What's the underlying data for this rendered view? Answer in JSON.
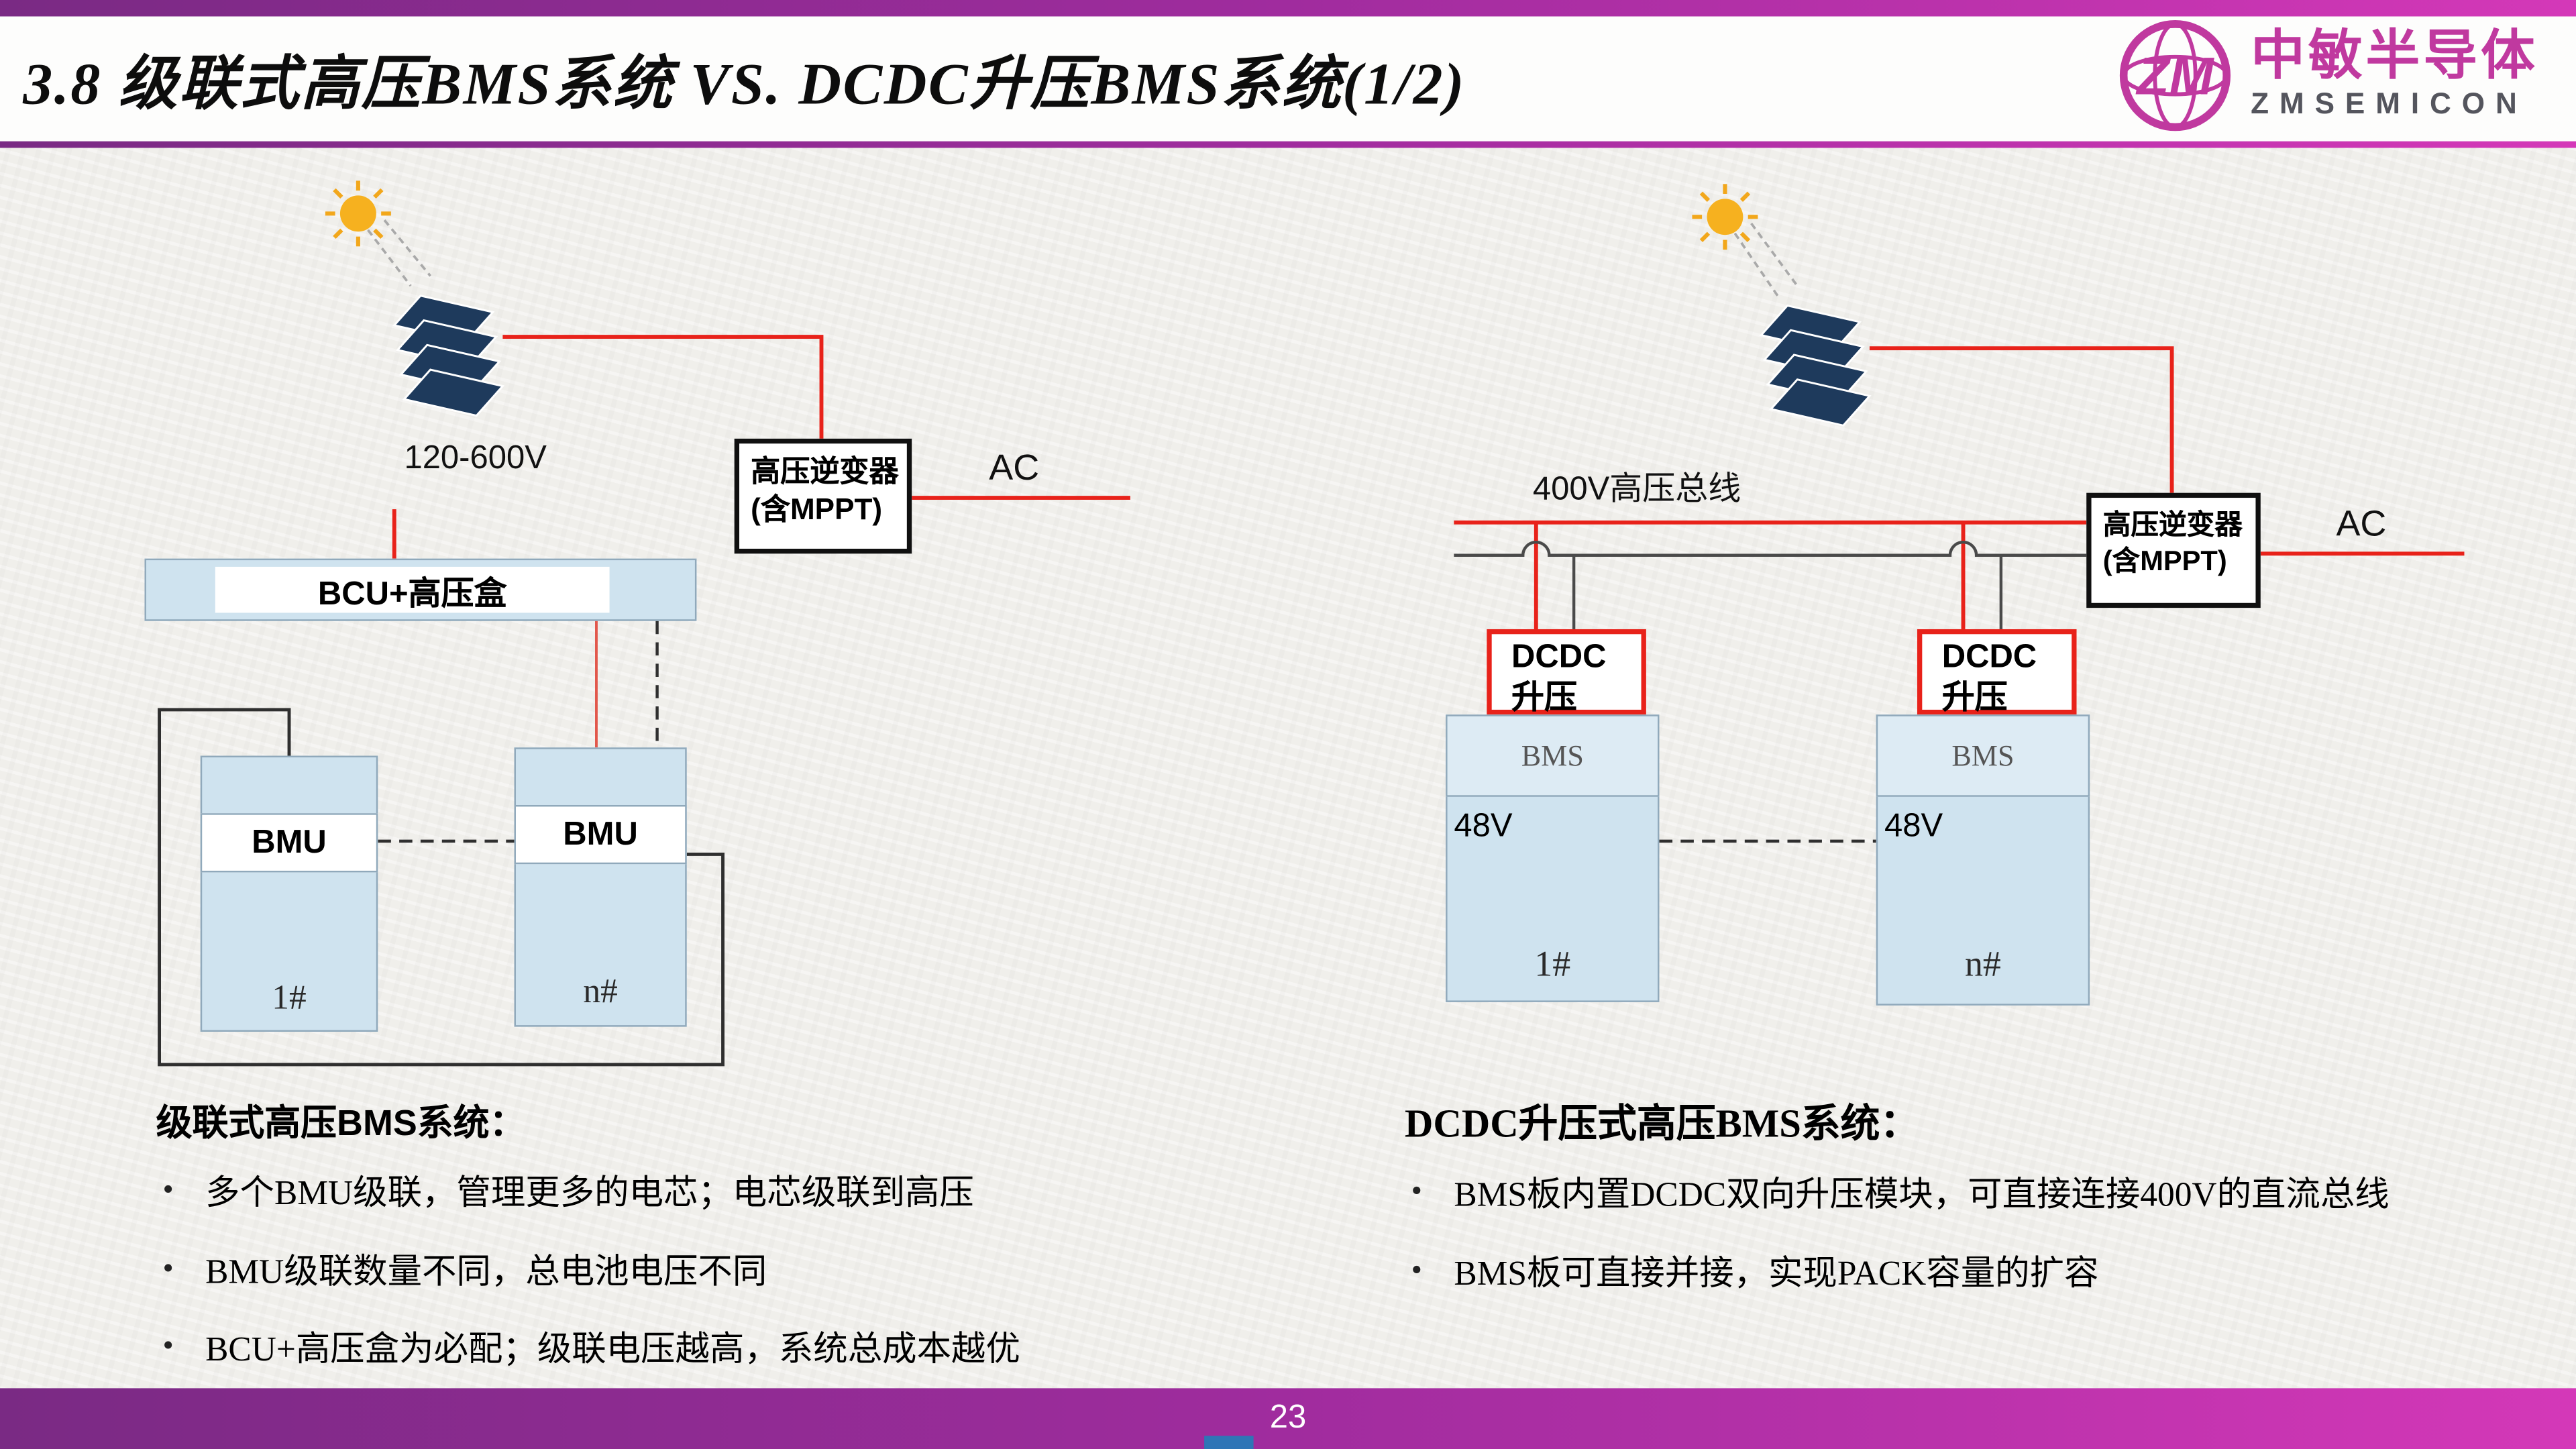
{
  "colors": {
    "brand_magenta": "#c0399f",
    "bar_gradient_start": "#7a2a84",
    "bar_gradient_end": "#d438b8",
    "power_line_red": "#e8221a",
    "box_light_blue": "#cfe3ef",
    "panel_navy": "#1e3a5c",
    "dcdc_border_red": "#e8221a",
    "footer_accent_blue": "#2e75b6"
  },
  "header": {
    "title": "3.8  级联式高压BMS系统 VS. DCDC升压BMS系统(1/2)",
    "logo_monogram": "ZM",
    "logo_name": "中敏半导体",
    "logo_sub": "ZMSEMICON"
  },
  "left": {
    "pv_voltage": "120-600V",
    "inverter_line1": "高压逆变器",
    "inverter_line2": "(含MPPT)",
    "ac_label": "AC",
    "bcu_label": "BCU+高压盒",
    "bmu_label": "BMU",
    "unit1_id": "1#",
    "unit2_id": "n#"
  },
  "right": {
    "bus_label": "400V高压总线",
    "inverter_line1": "高压逆变器",
    "inverter_line2": "(含MPPT)",
    "ac_label": "AC",
    "dcdc_line1": "DCDC",
    "dcdc_line2": "升压",
    "bms_label": "BMS",
    "pack_voltage": "48V",
    "unit1_id": "1#",
    "unit2_id": "n#"
  },
  "left_notes": {
    "heading": "级联式高压BMS系统：",
    "bullets": [
      "多个BMU级联，管理更多的电芯；电芯级联到高压",
      "BMU级联数量不同，总电池电压不同",
      "BCU+高压盒为必配；级联电压越高，系统总成本越优"
    ]
  },
  "right_notes": {
    "heading": "DCDC升压式高压BMS系统：",
    "bullets": [
      "BMS板内置DCDC双向升压模块，可直接连接400V的直流总线",
      "BMS板可直接并接，实现PACK容量的扩容"
    ]
  },
  "footer": {
    "page_number": "23"
  }
}
